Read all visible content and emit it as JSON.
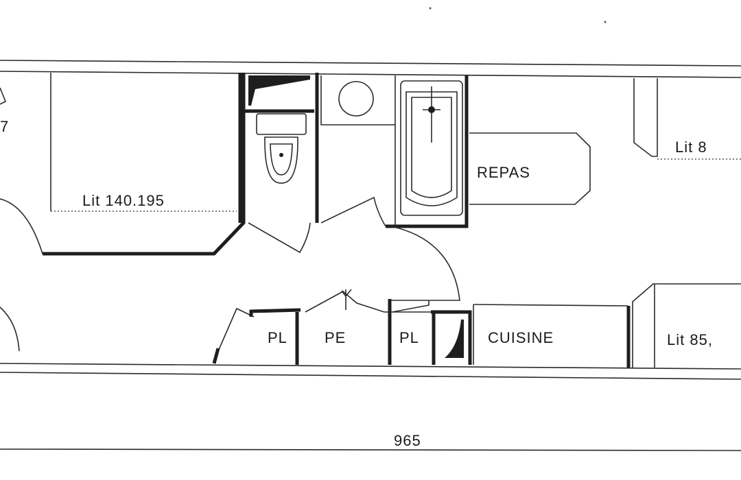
{
  "rooms": {
    "bed_double": "Lit 140.195",
    "left_edge_fragment": "7",
    "bed_top_right": "Lit 8",
    "dining": "REPAS",
    "closet_1": "PL",
    "closet_pe": "PE",
    "closet_2": "PL",
    "kitchen": "CUISINE",
    "bed_bottom_right": "Lit 85,"
  },
  "dimensions": {
    "total_length": "965"
  }
}
